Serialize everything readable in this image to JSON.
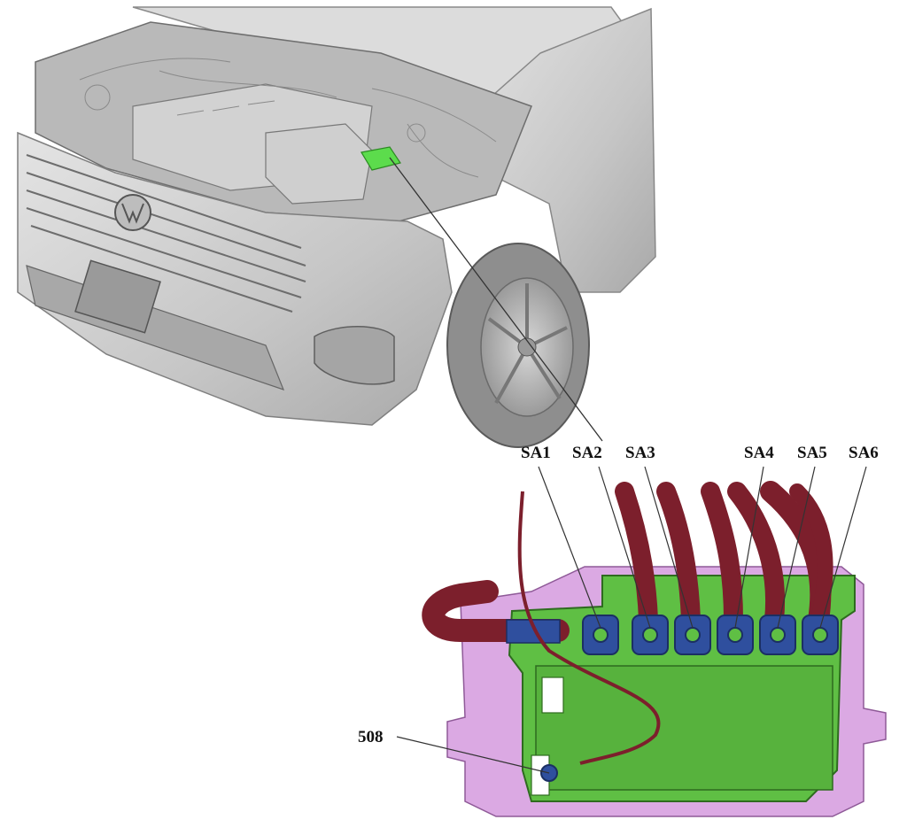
{
  "labels": {
    "sa1": "SA1",
    "sa2": "SA2",
    "sa3": "SA3",
    "sa4": "SA4",
    "sa5": "SA5",
    "sa6": "SA6",
    "p508": "508"
  },
  "colors": {
    "car_body": "#c9c9c9",
    "car_dark": "#7a7a7a",
    "highlight_module": "#5cdc4c",
    "bracket": "#dba9e3",
    "fuse_box": "#5fbf44",
    "fuse_box_outline": "#2e6b1f",
    "terminal": "#2f4f9e",
    "cable": "#7c1f2c"
  }
}
